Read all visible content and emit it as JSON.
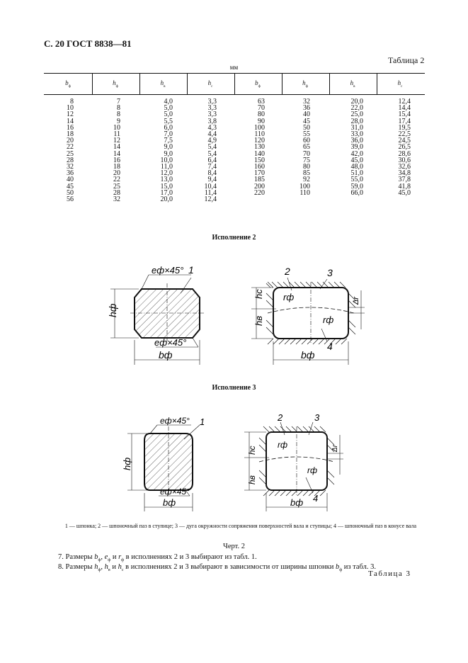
{
  "header": {
    "page": "С. 20",
    "standard": "ГОСТ 8838—81"
  },
  "table2": {
    "caption": "Таблица 2",
    "unit": "мм",
    "headers": [
      {
        "sym": "b",
        "sub": "ф"
      },
      {
        "sym": "h",
        "sub": "ф"
      },
      {
        "sym": "h",
        "sub": "в"
      },
      {
        "sym": "h",
        "sub": "с"
      },
      {
        "sym": "b",
        "sub": "ф"
      },
      {
        "sym": "h",
        "sub": "ф"
      },
      {
        "sym": "h",
        "sub": "в"
      },
      {
        "sym": "h",
        "sub": "с"
      }
    ],
    "columns": [
      [
        "8",
        "10",
        "12",
        "14",
        "16",
        "18",
        "20",
        "22",
        "25",
        "28",
        "32",
        "36",
        "40",
        "45",
        "50",
        "56"
      ],
      [
        "7",
        "8",
        "8",
        "9",
        "10",
        "11",
        "12",
        "14",
        "14",
        "16",
        "18",
        "20",
        "22",
        "25",
        "28",
        "32"
      ],
      [
        "4,0",
        "5,0",
        "5,0",
        "5,5",
        "6,0",
        "7,0",
        "7,5",
        "9,0",
        "9,0",
        "10,0",
        "11,0",
        "12,0",
        "13,0",
        "15,0",
        "17,0",
        "20,0"
      ],
      [
        "3,3",
        "3,3",
        "3,3",
        "3,8",
        "4,3",
        "4,4",
        "4,9",
        "5,4",
        "5,4",
        "6,4",
        "7,4",
        "8,4",
        "9,4",
        "10,4",
        "11,4",
        "12,4"
      ],
      [
        "63",
        "70",
        "80",
        "90",
        "100",
        "110",
        "120",
        "130",
        "140",
        "150",
        "160",
        "170",
        "185",
        "200",
        "220"
      ],
      [
        "32",
        "36",
        "40",
        "45",
        "50",
        "55",
        "60",
        "65",
        "70",
        "75",
        "80",
        "85",
        "92",
        "100",
        "110"
      ],
      [
        "20,0",
        "22,0",
        "25,0",
        "28,0",
        "31,0",
        "33,0",
        "36,0",
        "39,0",
        "42,0",
        "45,0",
        "48,0",
        "51,0",
        "55,0",
        "59,0",
        "66,0"
      ],
      [
        "12,4",
        "14,4",
        "15,4",
        "17,4",
        "19,5",
        "22,5",
        "24,5",
        "26,5",
        "28,6",
        "30,6",
        "32,6",
        "34,8",
        "37,8",
        "41,8",
        "45,0"
      ]
    ]
  },
  "variant2": {
    "title": "Исполнение 2",
    "labels": {
      "chamfer": "eф×45°",
      "width": "bф",
      "height": "hф",
      "hc": "hс",
      "hv": "hв",
      "r": "rф",
      "dr": "Δr",
      "n1": "1",
      "n2": "2",
      "n3": "3",
      "n4": "4"
    }
  },
  "variant3": {
    "title": "Исполнение 3",
    "labels": {
      "chamfer": "eф×45°",
      "width": "bф",
      "height": "hф",
      "hc": "hс",
      "hv": "hв",
      "r": "rф",
      "dr": "Δr",
      "n1": "1",
      "n2": "2",
      "n3": "3",
      "n4": "4"
    }
  },
  "legend": "1 — шпонка; 2 — шпоночный паз в ступице; 3 — дуга окружности сопряжения поверхностей вала и ступицы; 4 — шпоночный паз в конусе вала",
  "figure_caption": "Черт. 2",
  "para7": {
    "num": "7.",
    "t1": "Размеры",
    "s1": "b",
    "u1": "ф",
    "t2": ",",
    "s2": "e",
    "u2": "ф",
    "t3": "и",
    "s3": "r",
    "u3": "ф",
    "t4": "в исполнениях 2 и 3 выбирают из табл. 1."
  },
  "para8": {
    "num": "8.",
    "t1": "Размеры",
    "s1": "h",
    "u1": "ф",
    "t2": ",",
    "s2": "h",
    "u2": "в",
    "t3": "и",
    "s3": "h",
    "u3": "с",
    "t4": "в исполнениях 2 и 3 выбирают в зависимости от ширины шпонки",
    "s4": "b",
    "u4": "ф",
    "t5": "из табл. 3."
  },
  "table3_caption": "Таблица 3"
}
